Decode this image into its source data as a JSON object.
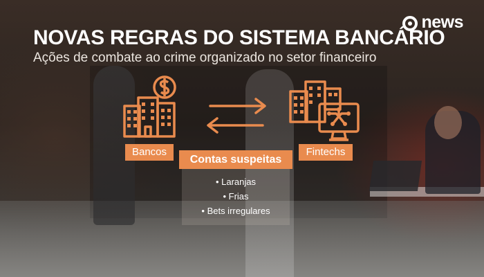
{
  "brand": {
    "logo_text": "news",
    "logo_icon": "globo-logo-icon"
  },
  "headline": {
    "title": "NOVAS REGRAS DO SISTEMA BANCÁRIO",
    "subtitle": "Ações de combate ao crime organizado no setor financeiro"
  },
  "diagram": {
    "accent_color": "#e98b4e",
    "left_node": {
      "label": "Bancos",
      "icon": "bank-buildings-with-dollar-icon"
    },
    "right_node": {
      "label": "Fintechs",
      "icon": "buildings-with-computer-icon"
    },
    "arrows": [
      "arrow-right-icon",
      "arrow-left-icon"
    ],
    "panel": {
      "title": "Contas suspeitas",
      "items": [
        "Laranjas",
        "Frias",
        "Bets irregulares"
      ]
    }
  }
}
